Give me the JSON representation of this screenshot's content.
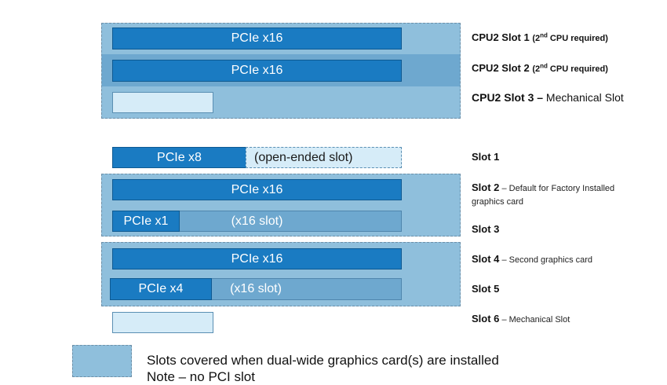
{
  "slots": {
    "cpu2_1": {
      "label": "PCIe x16",
      "name": "CPU2 Slot 1",
      "note_pre": "(2",
      "note_sup": "nd",
      "note_post": " CPU required)"
    },
    "cpu2_2": {
      "label": "PCIe x16",
      "name": "CPU2 Slot 2",
      "note_pre": "(2",
      "note_sup": "nd",
      "note_post": " CPU required)"
    },
    "cpu2_3": {
      "name": "CPU2 Slot 3 –",
      "desc": " Mechanical Slot"
    },
    "slot1": {
      "label": "PCIe x8",
      "open_label": "(open-ended slot)",
      "name": "Slot 1"
    },
    "slot2": {
      "label": "PCIe x16",
      "name": "Slot 2",
      "desc_line1": " – Default for Factory Installed",
      "desc_line2": "graphics card"
    },
    "slot3": {
      "label": "PCIe x1",
      "ext_label": "(x16 slot)",
      "name": "Slot 3"
    },
    "slot4": {
      "label": "PCIe x16",
      "name": "Slot 4",
      "desc": " – Second graphics card"
    },
    "slot5": {
      "label": "PCIe x4",
      "ext_label": "(x16 slot)",
      "name": "Slot 5"
    },
    "slot6": {
      "name": "Slot 6",
      "desc": " – Mechanical Slot"
    }
  },
  "legend": {
    "line1": "Slots covered when dual-wide graphics card(s) are installed",
    "line2": "Note – no PCI slot"
  },
  "colors": {
    "slot_blue": "#1a7bc2",
    "cover_blue": "#8fbfdc",
    "pale_blue": "#d6ecf8"
  }
}
